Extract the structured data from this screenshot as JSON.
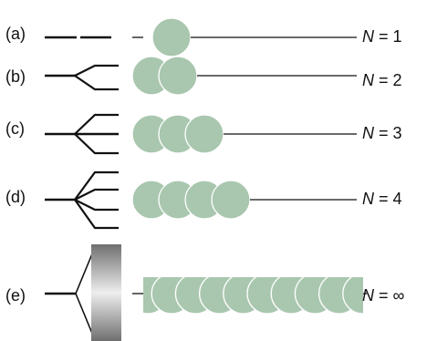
{
  "colors": {
    "circle_fill": "#a9c7af",
    "circle_stroke": "#ffffff",
    "line": "#111111",
    "gradient_light": "#eeeeee",
    "gradient_dark": "#6f6f6f"
  },
  "rows": [
    {
      "label": "(a)",
      "n_var": "N",
      "n_rest": " = 1",
      "branches": 1,
      "circles": 1
    },
    {
      "label": "(b)",
      "n_var": "N",
      "n_rest": " = 2",
      "branches": 2,
      "circles": 2
    },
    {
      "label": "(c)",
      "n_var": "N",
      "n_rest": " = 3",
      "branches": 3,
      "circles": 3
    },
    {
      "label": "(d)",
      "n_var": "N",
      "n_rest": " = 4",
      "branches": 4,
      "circles": 4
    },
    {
      "label": "(e)",
      "n_var": "N",
      "n_rest": " = ∞",
      "branches": "infinite",
      "circles": "infinite"
    }
  ]
}
